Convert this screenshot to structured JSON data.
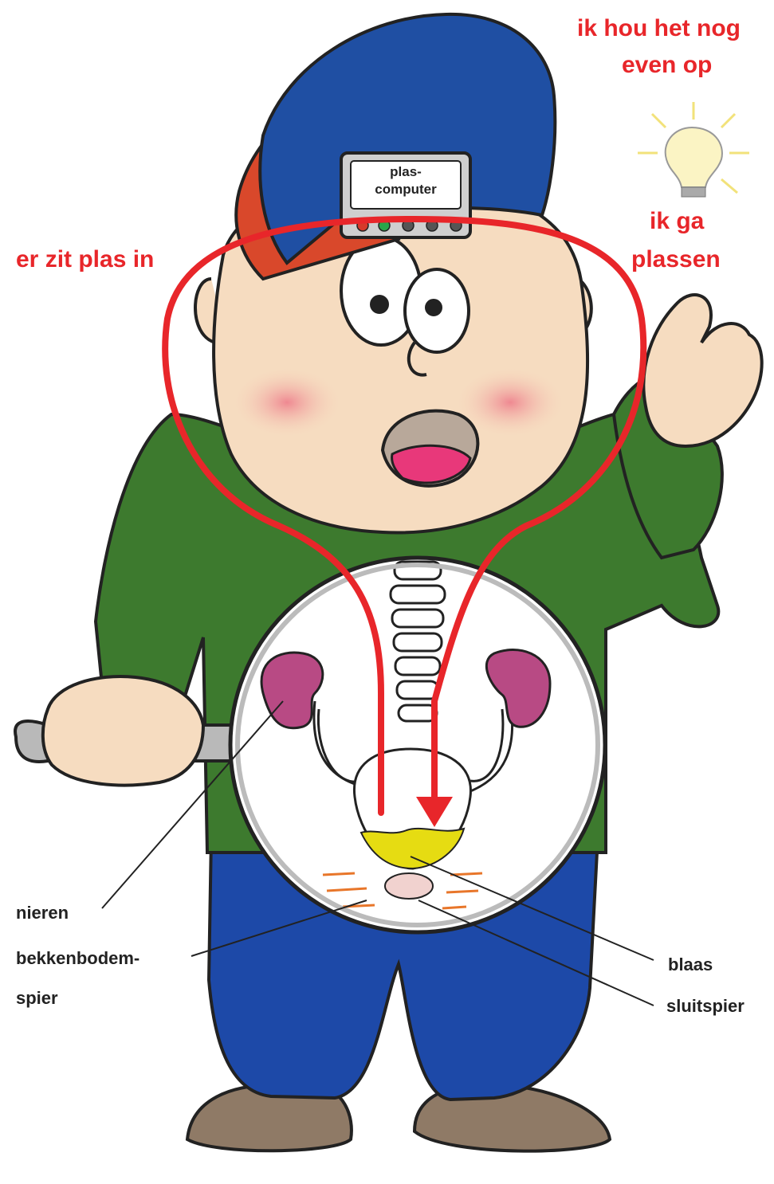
{
  "callouts": {
    "hold": [
      "ik hou het nog",
      "even op"
    ],
    "go": [
      "ik ga",
      "plassen"
    ],
    "full": "er zit plas in"
  },
  "computer": {
    "line1": "plas-",
    "line2": "computer"
  },
  "anatomy": {
    "kidneys": "nieren",
    "pelvic_floor": [
      "bekkenbodem-",
      "spier"
    ],
    "bladder": "blaas",
    "sphincter": "sluitspier"
  },
  "colors": {
    "signal_arrow": "#e8262a",
    "cap": "#1f4fa3",
    "cap_stripe": "#d9482b",
    "shirt": "#3d7a2e",
    "pants": "#1d49a8",
    "skin": "#f6dcc0",
    "kidney": "#b84a84",
    "urine": "#e6dc12",
    "shoes": "#8f7a66"
  },
  "icons": [
    "lightbulb-icon",
    "magnifier-icon"
  ]
}
